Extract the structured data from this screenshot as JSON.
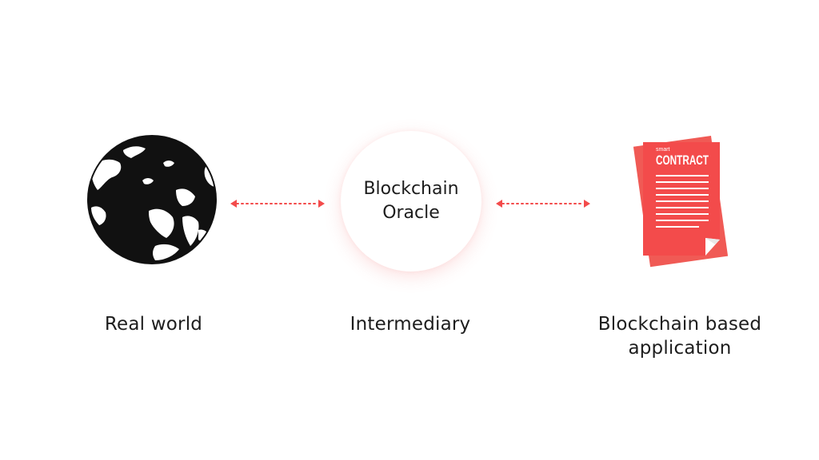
{
  "colors": {
    "accent": "#f34b4b",
    "contract_back": "#f05a55",
    "text": "#1d1d1d",
    "globe": "#111111"
  },
  "nodes": {
    "real_world": {
      "icon": "globe-icon",
      "label": "Real world"
    },
    "oracle": {
      "title_line1": "Blockchain",
      "title_line2": "Oracle",
      "label": "Intermediary"
    },
    "application": {
      "icon": "smart-contract-icon",
      "doc_small": "smart",
      "doc_big": "CONTRACT",
      "label_line1": "Blockchain based",
      "label_line2": "application"
    }
  },
  "connectors": [
    {
      "from": "real_world",
      "to": "oracle",
      "style": "dotted-bidirectional"
    },
    {
      "from": "oracle",
      "to": "application",
      "style": "dotted-bidirectional"
    }
  ]
}
